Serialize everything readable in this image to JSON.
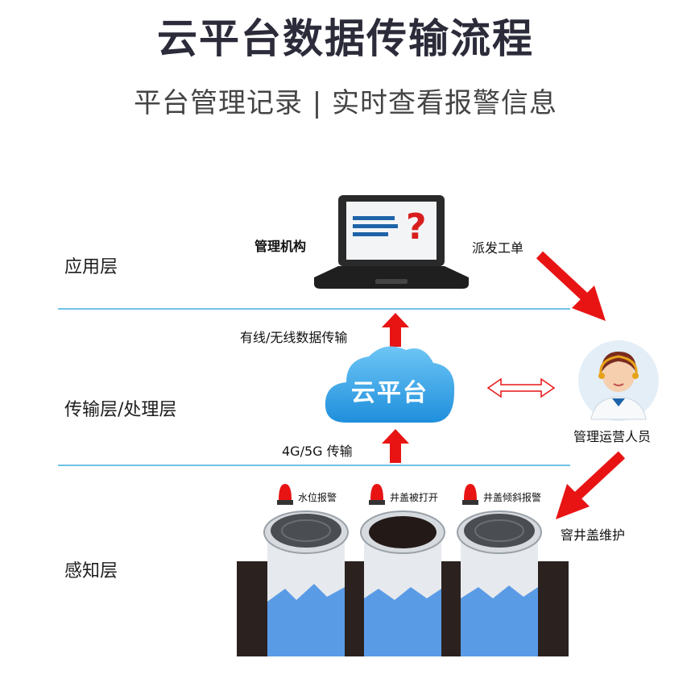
{
  "header": {
    "title": "云平台数据传输流程",
    "subtitle": "平台管理记录 | 实时查看报警信息"
  },
  "layers": {
    "application": "应用层",
    "transport": "传输层/处理层",
    "perception": "感知层"
  },
  "application_layer": {
    "management_org": "管理机构",
    "dispatch_order": "派发工单"
  },
  "transport_layer": {
    "wired_wireless": "有线/无线数据传输",
    "cloud_label": "云平台",
    "network": "4G/5G 传输"
  },
  "operator": {
    "label": "管理运营人员",
    "maintenance": "窨井盖维护"
  },
  "alarms": {
    "water_level": "水位报警",
    "cover_opened": "井盖被打开",
    "cover_tilt": "井盖倾斜报警"
  },
  "colors": {
    "divider": "#6fc3e6",
    "arrow_red": "#e81414",
    "cloud_blue": "#2f9fe3",
    "water_blue": "#5a9be6"
  },
  "icons": [
    "laptop-icon",
    "question-mark-icon",
    "cloud-icon",
    "operator-avatar-icon",
    "alarm-light-icon",
    "manhole-cover-icon",
    "double-arrow-icon"
  ]
}
